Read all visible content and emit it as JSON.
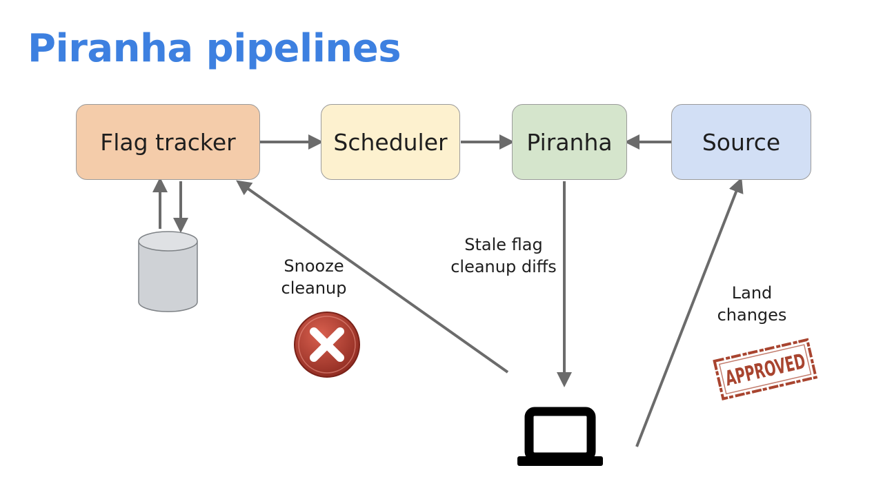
{
  "title": "Piranha pipelines",
  "nodes": {
    "flag_tracker": {
      "label": "Flag tracker",
      "fill": "#f4ccaa"
    },
    "scheduler": {
      "label": "Scheduler",
      "fill": "#fdf1cf"
    },
    "piranha": {
      "label": "Piranha",
      "fill": "#d5e5cc"
    },
    "source": {
      "label": "Source",
      "fill": "#d2dff5"
    }
  },
  "edge_labels": {
    "snooze_line1": "Snooze",
    "snooze_line2": "cleanup",
    "stale_line1": "Stale flag",
    "stale_line2": "cleanup diffs",
    "land_line1": "Land",
    "land_line2": "changes"
  },
  "icons": {
    "database": "database-icon",
    "reject": "reject-x-icon",
    "laptop": "laptop-icon",
    "approved": "approved-stamp-icon"
  },
  "stamp_text": "APPROVED",
  "colors": {
    "title": "#3d80e0",
    "arrow": "#6b6b6b",
    "reject": "#b03a2e",
    "stamp": "#a8442f",
    "database": "#cfd2d6"
  }
}
